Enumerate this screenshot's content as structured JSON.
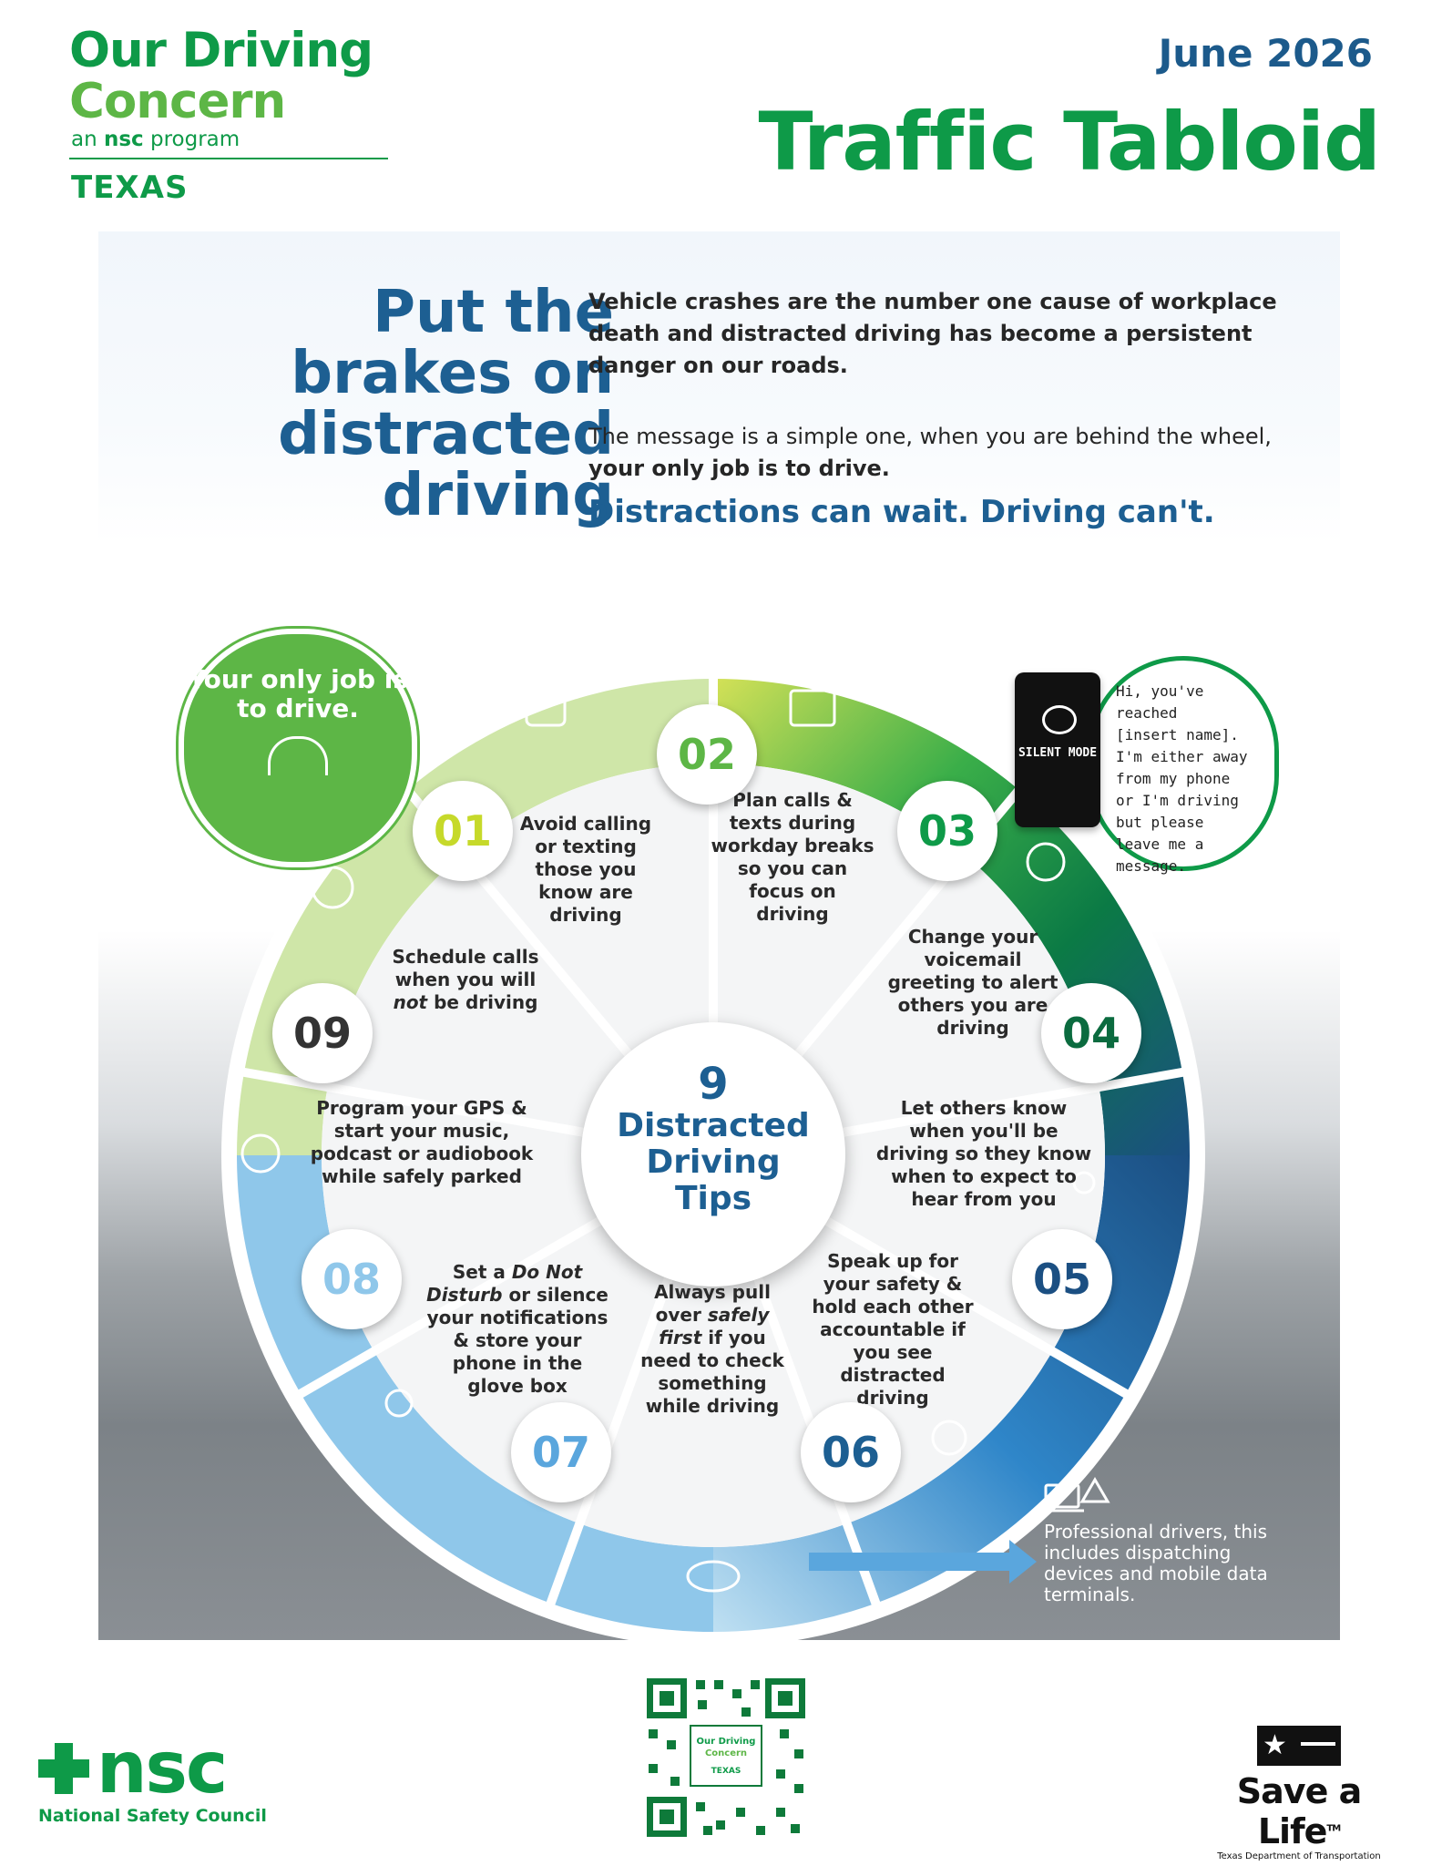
{
  "header": {
    "brand_line1": "Our Driving",
    "brand_line2": "Concern",
    "brand_sub_pre": "an",
    "brand_sub_nsc": "nsc",
    "brand_sub_post": "program",
    "brand_state": "TEXAS",
    "issue_date": "June 2026",
    "publication_title": "Traffic Tabloid"
  },
  "intro": {
    "headline_lines": [
      "Put the",
      "brakes on",
      "distracted",
      "driving"
    ],
    "paragraph1": "Vehicle crashes are the number one cause of workplace death and  distracted driving has become a persistent danger on our roads.",
    "paragraph2_plain": "The message is a simple one, when you are behind the wheel,",
    "paragraph2_bold": "your only job is to drive.",
    "tagline": "Distractions can wait. Driving can't."
  },
  "infographic": {
    "bubble_text": "Your only job is to drive.",
    "center_number": "9",
    "center_title_lines": [
      "Distracted",
      "Driving",
      "Tips"
    ],
    "phone_label": "SILENT MODE",
    "voicemail_text": "Hi, you've\nreached\n[insert name].\nI'm either away\nfrom my phone\nor I'm driving\nbut please\nleave me a\nmessage.",
    "professional_note": "Professional drivers, this includes dispatching devices and mobile data terminals.",
    "tips": [
      {
        "number": "01",
        "text": "Avoid calling or texting those you know are driving"
      },
      {
        "number": "02",
        "text": "Plan calls & texts during workday breaks so you can focus on driving"
      },
      {
        "number": "03",
        "text": "Change your voicemail greeting to alert others you are driving"
      },
      {
        "number": "04",
        "text": "Let others know when you'll be driving so they know when to expect to hear from you"
      },
      {
        "number": "05",
        "text": "Speak up for your safety & hold each other accountable if you see distracted driving"
      },
      {
        "number": "06",
        "text_pre": "Always pull over",
        "text_em": "safely first",
        "text_post": "if you need to check something while driving"
      },
      {
        "number": "07",
        "text_pre": "Set a",
        "text_em": "Do Not Disturb",
        "text_post": "or silence your notifications & store your phone in the glove box"
      },
      {
        "number": "08",
        "text": "Program your GPS & start your music, podcast or audiobook while safely parked"
      },
      {
        "number": "09",
        "text_pre": "Schedule calls when you will",
        "text_em": "not",
        "text_post": "be driving"
      }
    ],
    "icons": [
      "no-texting-icon",
      "calendar-icon",
      "voicemail-icon",
      "people-icon",
      "speaking-icon",
      "eye-icon",
      "phone-tap-icon",
      "music-icon",
      "rotary-dial-icon",
      "laptop-warning-icon"
    ]
  },
  "footer": {
    "nsc_word": "nsc",
    "nsc_caption": "National Safety Council",
    "qr_brand_line1": "Our Driving",
    "qr_brand_line2": "Concern",
    "qr_state": "TEXAS",
    "sal_word": "Save a Life",
    "sal_tm": "TM",
    "sal_caption": "Texas Department of Transportation"
  },
  "colors": {
    "brand_green": "#0e9a48",
    "light_green": "#5db646",
    "navy_blue": "#1d5f92",
    "light_blue": "#5aa6dd"
  }
}
